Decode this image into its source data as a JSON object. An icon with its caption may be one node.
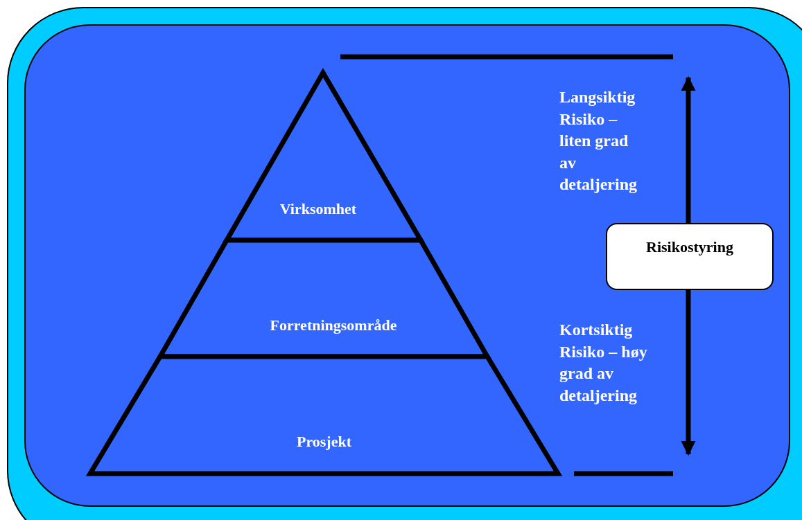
{
  "diagram": {
    "nodes": [
      {
        "text": [
          "Virksomhet"
        ]
      },
      {
        "text": [
          "Forretningsområde"
        ]
      },
      {
        "text": [
          "Prosjekt"
        ]
      },
      {
        "text": [
          "Risikostyring"
        ]
      }
    ],
    "labels": [
      "Langsiktig Risiko – liten grad av detaljering",
      "Kortsiktig Risiko – høy grad av detaljering"
    ]
  }
}
